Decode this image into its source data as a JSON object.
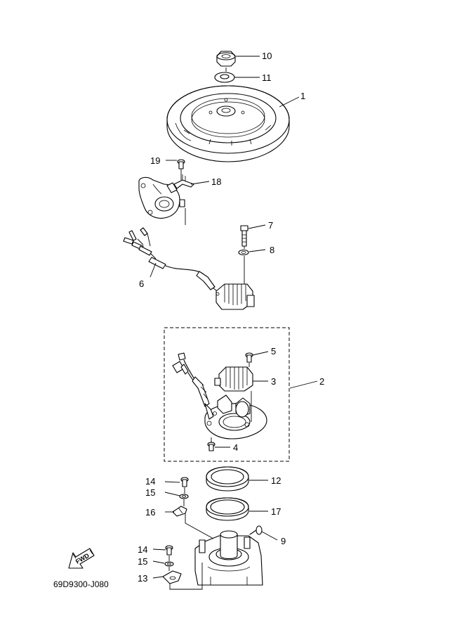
{
  "callouts": {
    "p1": "1",
    "p2": "2",
    "p3": "3",
    "p4": "4",
    "p5": "5",
    "p6": "6",
    "p7": "7",
    "p8": "8",
    "p9": "9",
    "p10": "10",
    "p11": "11",
    "p12": "12",
    "p13": "13",
    "p14a": "14",
    "p14b": "14",
    "p15a": "15",
    "p15b": "15",
    "p16": "16",
    "p17": "17",
    "p18": "18",
    "p19": "19"
  },
  "fwd_label": "FWD",
  "diagram_code": "69D9300-J080"
}
